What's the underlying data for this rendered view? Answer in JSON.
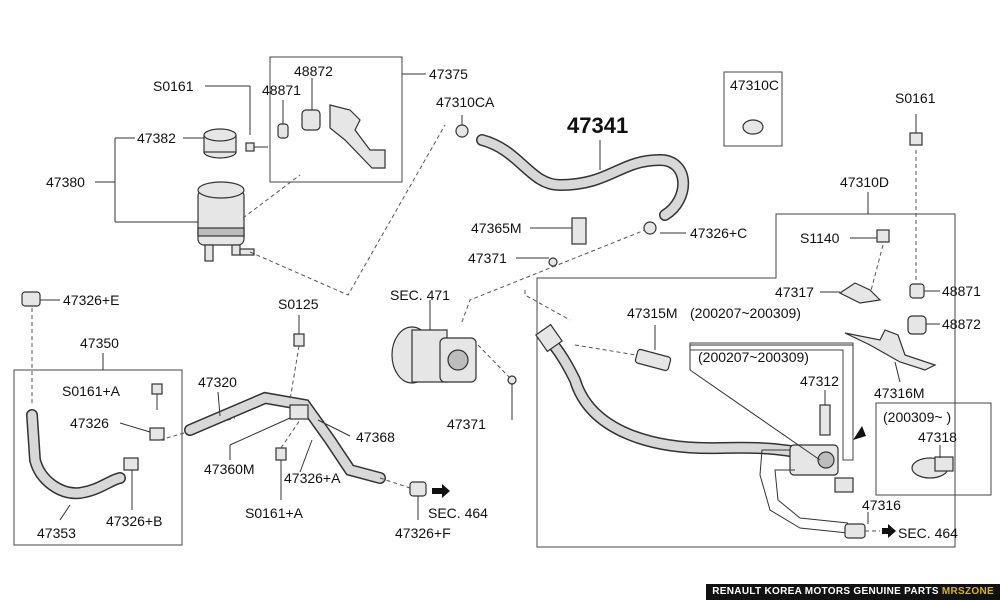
{
  "labels": {
    "l_47341": "47341",
    "l_s0161_a": "S0161",
    "l_48872_a": "48872",
    "l_47375": "47375",
    "l_48871_a": "48871",
    "l_47310ca": "47310CA",
    "l_47382": "47382",
    "l_47380": "47380",
    "l_47310c": "47310C",
    "l_s0161_b": "S0161",
    "l_47310d": "47310D",
    "l_47365m": "47365M",
    "l_47326c": "47326+C",
    "l_s1140": "S1140",
    "l_47371_a": "47371",
    "l_sec471": "SEC. 471",
    "l_47326e": "47326+E",
    "l_s0125": "S0125",
    "l_47317": "47317",
    "l_48871_b": "48871",
    "l_47315m": "47315M",
    "l_200207_a": "(200207~200309)",
    "l_48872_b": "48872",
    "l_47350": "47350",
    "l_200207_b": "(200207~200309)",
    "l_47320": "47320",
    "l_47312": "47312",
    "l_47316m": "47316M",
    "l_s0161_plus_a1": "S0161+A",
    "l_200309": "(200309~    )",
    "l_47326": "47326",
    "l_47368": "47368",
    "l_47371_b": "47371",
    "l_47318": "47318",
    "l_47360m": "47360M",
    "l_47326a": "47326+A",
    "l_47316": "47316",
    "l_sec464_a": "SEC. 464",
    "l_47353": "47353",
    "l_47326b": "47326+B",
    "l_s0161_plus_a2": "S0161+A",
    "l_sec464_b": "SEC. 464",
    "l_47326f": "47326+F"
  },
  "footer": {
    "text": "RENAULT KOREA MOTORS GENUINE PARTS",
    "brand": "MRSZONE"
  }
}
